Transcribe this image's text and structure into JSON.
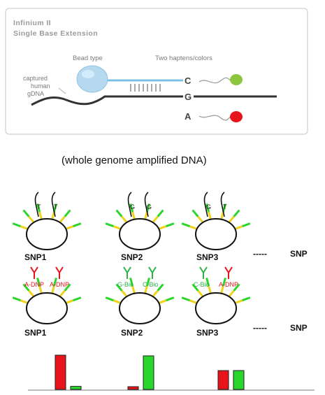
{
  "infinium_panel": {
    "title_line1": "Infinium II",
    "title_line2": "Single Base Extension",
    "bead_type_label": "Bead type",
    "haptens_label": "Two haptens/colors",
    "gdna_label_line1": "captured",
    "gdna_label_line2": "human",
    "gdna_label_line3": "gDNA",
    "base_c": "C",
    "base_g": "G",
    "base_a": "A",
    "colors": {
      "bead": "#a9d3ee",
      "probe": "#7cc0e6",
      "green_dye": "#8cc63f",
      "red_dye": "#e8141c"
    }
  },
  "caption": "(whole genome amplified DNA)",
  "row1": {
    "snps": [
      {
        "label": "SNP1",
        "nuc_left": "T",
        "nuc_right": "T"
      },
      {
        "label": "SNP2",
        "nuc_left": "G",
        "nuc_right": "G"
      },
      {
        "label": "SNP3",
        "nuc_left": "G",
        "nuc_right": "T"
      }
    ],
    "ellipsis": "-----",
    "trailing": "SNP"
  },
  "row2": {
    "snps": [
      {
        "label": "SNP1",
        "ab_left": "A-DNP",
        "ab_right": "A-DNP"
      },
      {
        "label": "SNP2",
        "ab_left": "G-Bio",
        "ab_right": "C-Bio"
      },
      {
        "label": "SNP3",
        "ab_left": "C-Bio",
        "ab_right": "A-DNP"
      }
    ],
    "ellipsis": "-----",
    "trailing": "SNP"
  },
  "chart_data": {
    "type": "bar",
    "categories": [
      "SNP1",
      "SNP2",
      "SNP3"
    ],
    "series": [
      {
        "color": "#e8141c",
        "values": [
          1.0,
          0.08,
          0.55
        ]
      },
      {
        "color": "#2bd62b",
        "values": [
          0.09,
          0.98,
          0.55
        ]
      }
    ],
    "ylim": [
      0,
      1.0
    ],
    "grid": false
  }
}
